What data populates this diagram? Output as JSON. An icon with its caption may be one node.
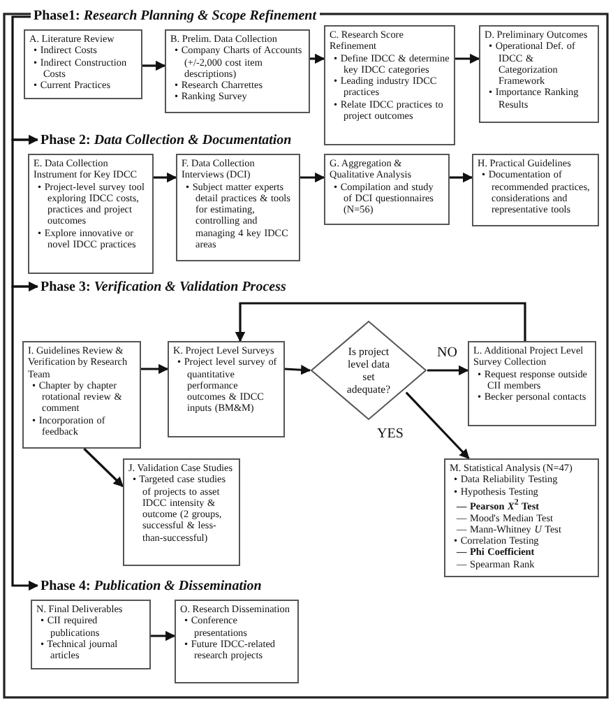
{
  "diagram": {
    "nodes": [
      {
        "text": [
          "Phase1: *Research Planning & Scope Refinement*"
        ]
      },
      {
        "text": [
          "A. Literature Review",
          "• Indirect Costs",
          "• Indirect Construction Costs",
          "• Current Practices"
        ]
      },
      {
        "text": [
          "B. Prelim. Data Collection",
          "• Company Charts of Accounts (+/-2,000 cost item descriptions)",
          "• Research Charrettes",
          "• Ranking Survey"
        ]
      },
      {
        "text": [
          "C. Research Score Refinement",
          "• Define IDCC & determine key IDCC categories",
          "• Leading industry IDCC practices",
          "• Relate IDCC practices to project outcomes"
        ]
      },
      {
        "text": [
          "D. Preliminary Outcomes",
          "• Operational Def. of IDCC & Categorization Framework",
          "• Importance Ranking Results"
        ]
      },
      {
        "text": [
          "Phase 2: *Data Collection & Documentation*"
        ]
      },
      {
        "text": [
          "E. Data Collection Instrument for Key IDCC",
          "• Project-level survey tool exploring IDCC costs, practices and project outcomes",
          "• Explore innovative or novel IDCC practices"
        ]
      },
      {
        "text": [
          "F. Data Collection Interviews (DCI)",
          "• Subject matter experts detail practices & tools for estimating, controlling and managing 4 key IDCC areas"
        ]
      },
      {
        "text": [
          "G. Aggregation & Qualitative Analysis",
          "• Compilation and study of DCI questionnaires (N=56)"
        ]
      },
      {
        "text": [
          "H. Practical Guidelines",
          "• Documentation of recommended practices, considerations and representative tools"
        ]
      },
      {
        "text": [
          "Phase 3: *Verification & Validation Process*"
        ]
      },
      {
        "text": [
          "I. Guidelines Review & Verification by Research Team",
          "• Chapter by chapter rotational review & comment",
          "• Incorporation of feedback"
        ]
      },
      {
        "text": [
          "K. Project Level Surveys",
          "• Project level survey of quantitative performance outcomes & IDCC inputs (BM&M)"
        ]
      },
      {
        "text": [
          "Is project level data set adequate?"
        ]
      },
      {
        "text": [
          "L. Additional Project Level Survey Collection",
          "• Request response outside CII members",
          "• Becker personal contacts"
        ]
      },
      {
        "text": [
          "J. Validation Case Studies",
          "• Targeted case studies of projects to asset IDCC intensity & outcome (2 groups, successful & less-than-successful)"
        ]
      },
      {
        "text": [
          "M. Statistical Analysis (N=47)",
          "• Data Reliability Testing",
          "• Hypothesis Testing",
          "— Pearson *X*$^{2}$ Test",
          "— Mood's Median Test",
          "— Mann-Whitney *U* Test",
          "• Correlation Testing",
          "— Phi Coefficient",
          "— Spearman Rank"
        ]
      },
      {
        "text": [
          "Phase 4: *Publication & Dissemination*"
        ]
      },
      {
        "text": [
          "N. Final Deliverables",
          "• CII required publications",
          "• Technical journal articles"
        ]
      },
      {
        "text": [
          "O. Research Dissemination",
          "• Conference presentations",
          "• Future IDCC-related research projects"
        ]
      }
    ],
    "edges": [
      {
        "from": 1,
        "to": 2,
        "arrow": "to"
      },
      {
        "from": 2,
        "to": 3,
        "arrow": "to"
      },
      {
        "from": 3,
        "to": 4,
        "arrow": "to"
      },
      {
        "from": 0,
        "to": 5,
        "arrow": "to"
      },
      {
        "from": 6,
        "to": 7,
        "arrow": "to"
      },
      {
        "from": 7,
        "to": 8,
        "arrow": "to"
      },
      {
        "from": 8,
        "to": 9,
        "arrow": "to"
      },
      {
        "from": 5,
        "to": 10,
        "arrow": "to"
      },
      {
        "from": 11,
        "to": 12,
        "arrow": "to"
      },
      {
        "from": 12,
        "to": 13,
        "arrow": "to"
      },
      {
        "from": 13,
        "to": 14,
        "arrow": "to",
        "label": "NO"
      },
      {
        "from": 14,
        "to": 12,
        "arrow": "to"
      },
      {
        "from": 13,
        "to": 16,
        "arrow": "to",
        "label": "YES"
      },
      {
        "from": 11,
        "to": 15,
        "arrow": "to"
      },
      {
        "from": 10,
        "to": 17,
        "arrow": "to"
      },
      {
        "from": 18,
        "to": 19,
        "arrow": "to"
      }
    ]
  }
}
